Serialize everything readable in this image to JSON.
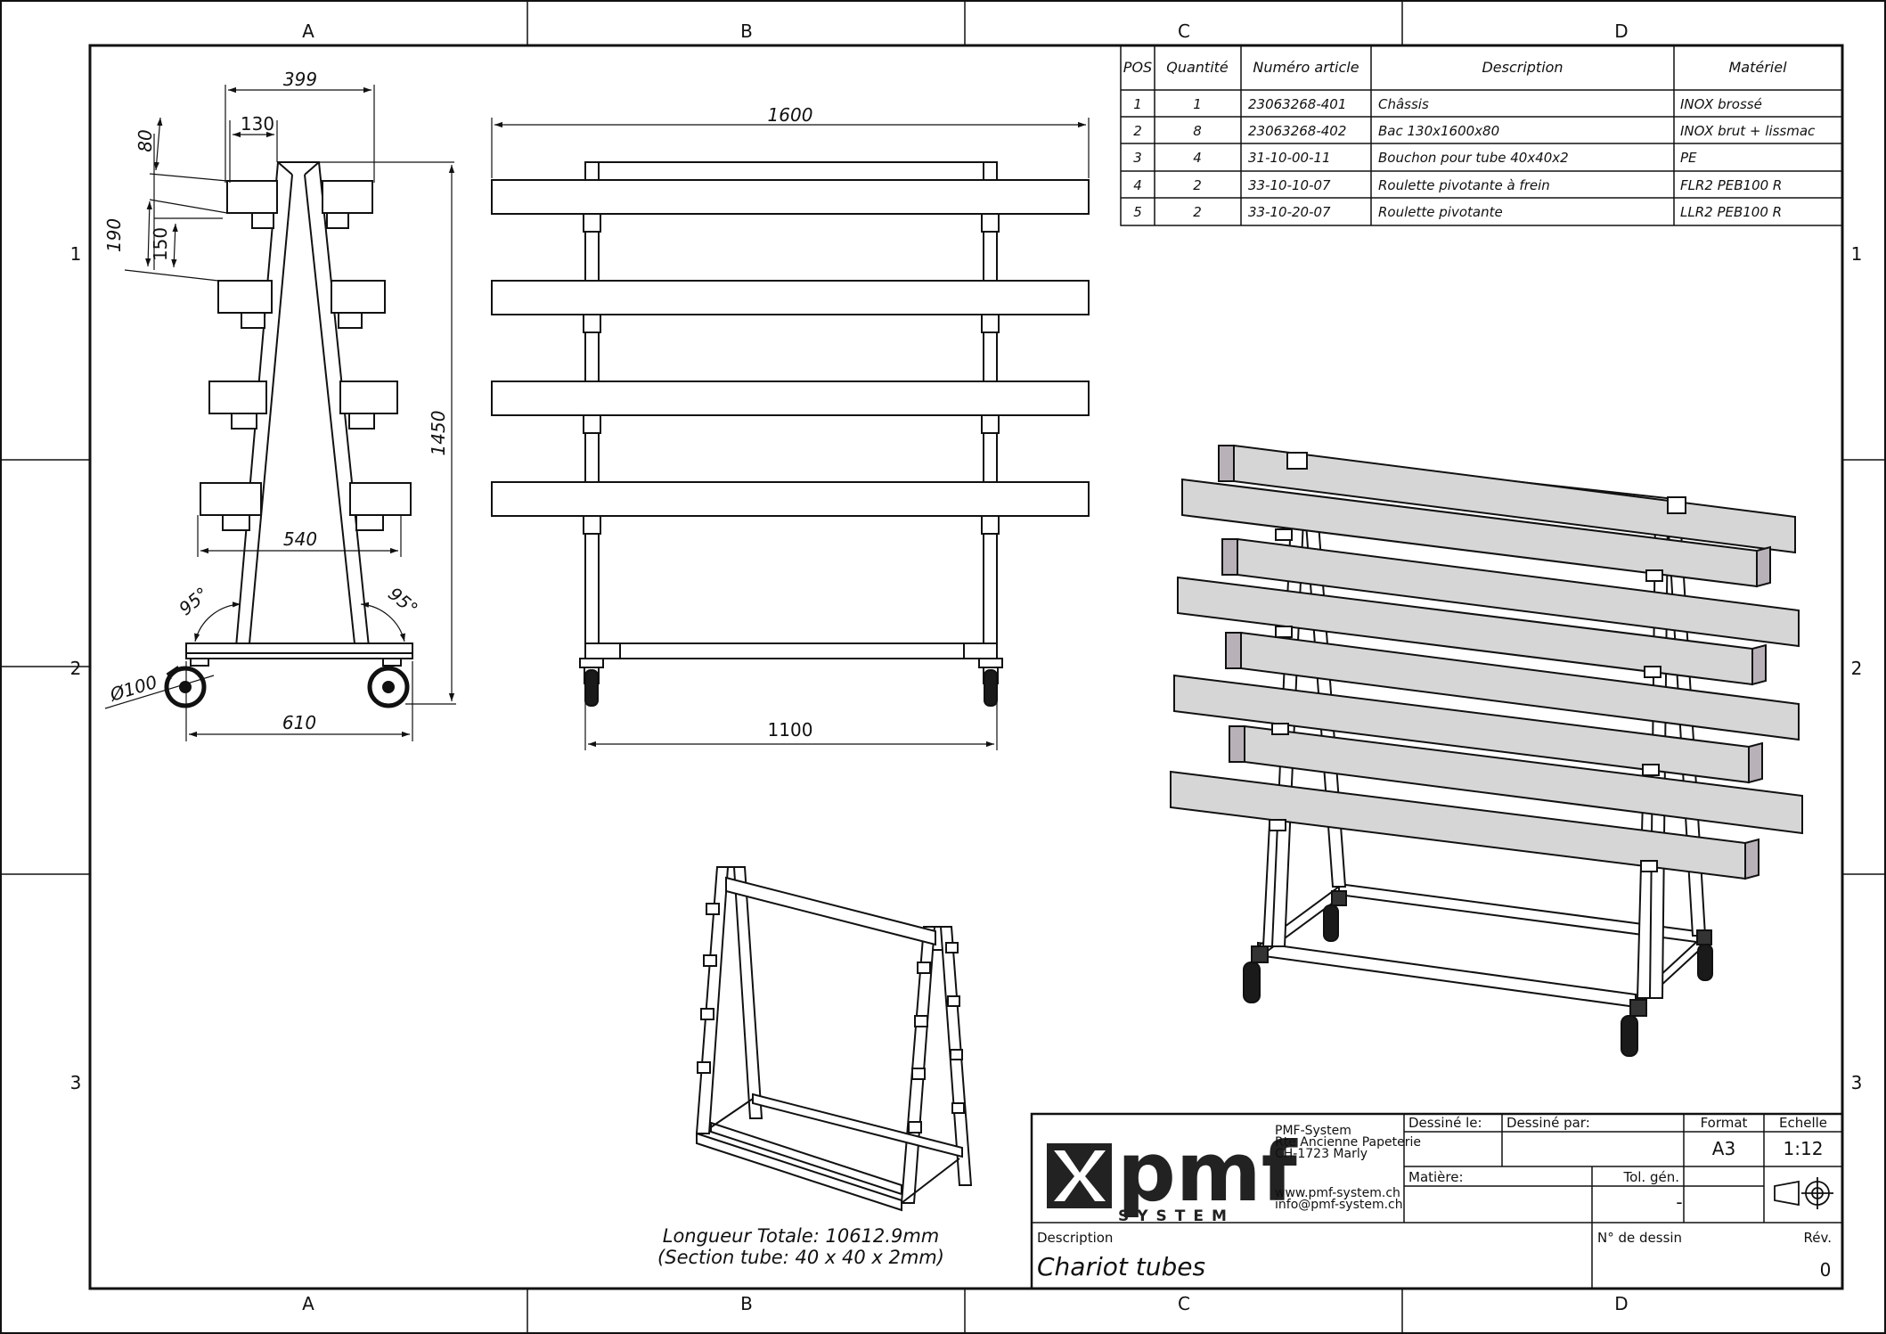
{
  "grid": {
    "columns": [
      "A",
      "B",
      "C",
      "D"
    ],
    "rows": [
      "1",
      "2",
      "3"
    ]
  },
  "bom": {
    "headers": {
      "pos": "POS",
      "qty": "Quantité",
      "article": "Numéro article",
      "description": "Description",
      "material": "Matériel"
    },
    "rows": [
      {
        "pos": "1",
        "qty": "1",
        "article": "23063268-401",
        "description": "Châssis",
        "material": "INOX brossé"
      },
      {
        "pos": "2",
        "qty": "8",
        "article": "23063268-402",
        "description": "Bac 130x1600x80",
        "material": "INOX brut + lissmac"
      },
      {
        "pos": "3",
        "qty": "4",
        "article": "31-10-00-11",
        "description": "Bouchon pour tube 40x40x2",
        "material": "PE"
      },
      {
        "pos": "4",
        "qty": "2",
        "article": "33-10-10-07",
        "description": "Roulette pivotante à frein",
        "material": "FLR2 PEB100 R"
      },
      {
        "pos": "5",
        "qty": "2",
        "article": "33-10-20-07",
        "description": "Roulette pivotante",
        "material": "LLR2 PEB100 R"
      }
    ]
  },
  "dimensions": {
    "side": {
      "top_width": "399",
      "tray_width": "130",
      "tray_height": "80",
      "pitch_outer": "190",
      "pitch_inner": "150",
      "height": "1450",
      "mid_width": "540",
      "angle_left": "95°",
      "angle_right": "95°",
      "wheel_dia": "Ø100",
      "base_width": "610"
    },
    "front": {
      "length": "1600",
      "base_length": "1100"
    }
  },
  "note": {
    "line1": "Longueur Totale: 10612.9mm",
    "line2": "(Section tube: 40 x 40 x 2mm)"
  },
  "title_block": {
    "logo_text": "pmf",
    "logo_system": "SYSTEM",
    "company": [
      "PMF-System",
      "Rte Ancienne Papeterie",
      "CH-1723 Marly"
    ],
    "web": "www.pmf-system.ch",
    "email": "info@pmf-system.ch",
    "drawn_on_label": "Dessiné le:",
    "drawn_by_label": "Dessiné par:",
    "format_label": "Format",
    "format_value": "A3",
    "scale_label": "Echelle",
    "scale_value": "1:12",
    "material_label": "Matière:",
    "tolerance_label": "Tol. gén.",
    "tolerance_value": "-",
    "description_label": "Description",
    "description_value": "Chariot tubes",
    "drawing_no_label": "N° de dessin",
    "revision_label": "Rév.",
    "revision_value": "0"
  },
  "colors": {
    "line": "#111111",
    "tray_fill": "#d6d6d6",
    "tray_side": "#b8b2b8",
    "wheel": "#1a1a1a"
  }
}
